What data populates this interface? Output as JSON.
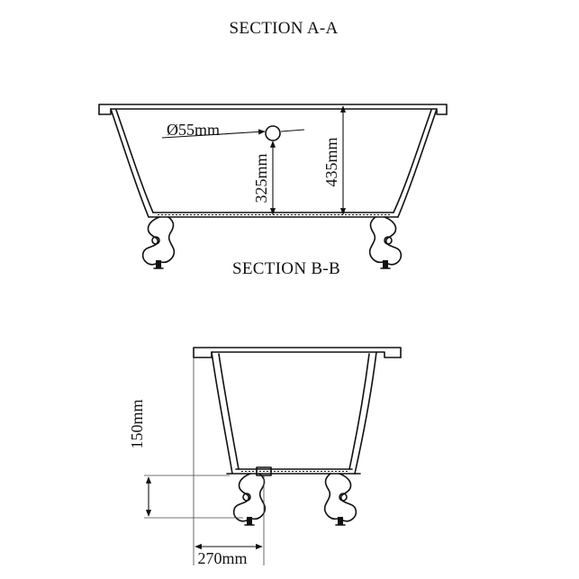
{
  "section_a": {
    "title": "SECTION A-A",
    "dims": {
      "diameter": "Ø55mm",
      "waste_height": "325mm",
      "depth": "435mm"
    }
  },
  "section_b": {
    "title": "SECTION B-B",
    "dims": {
      "height": "150mm",
      "offset": "270mm"
    }
  }
}
